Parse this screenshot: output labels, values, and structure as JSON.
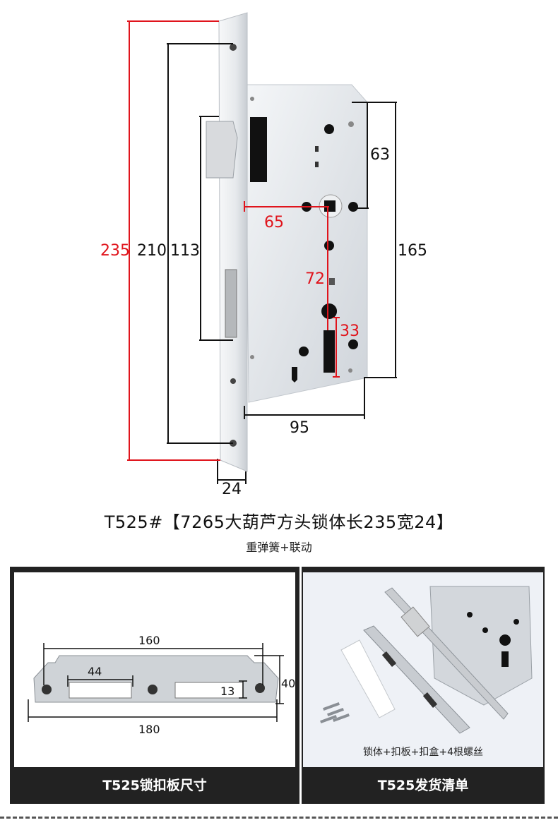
{
  "diagram": {
    "dimensions": {
      "total_length": "235",
      "screw_spacing": "210",
      "latch_height": "113",
      "handle_to_top": "63",
      "body_height": "165",
      "backset": "65",
      "center_distance": "72",
      "cylinder_hole": "33",
      "body_width": "95",
      "faceplate_width": "24"
    },
    "colors": {
      "highlight": "#e0141c",
      "line": "#111111",
      "plate": "#dfe3e8"
    }
  },
  "title": "T525#【7265大葫芦方头锁体长235宽24】",
  "subtitle": "重弹簧+联动",
  "strike_plate": {
    "dimensions": {
      "length": "180",
      "hole_spacing": "160",
      "slot_width": "44",
      "slot_height": "13",
      "height": "40"
    },
    "caption": "T525锁扣板尺寸"
  },
  "package": {
    "photo_caption": "锁体+扣板+扣盒+4根螺丝",
    "caption": "T525发货清单"
  }
}
